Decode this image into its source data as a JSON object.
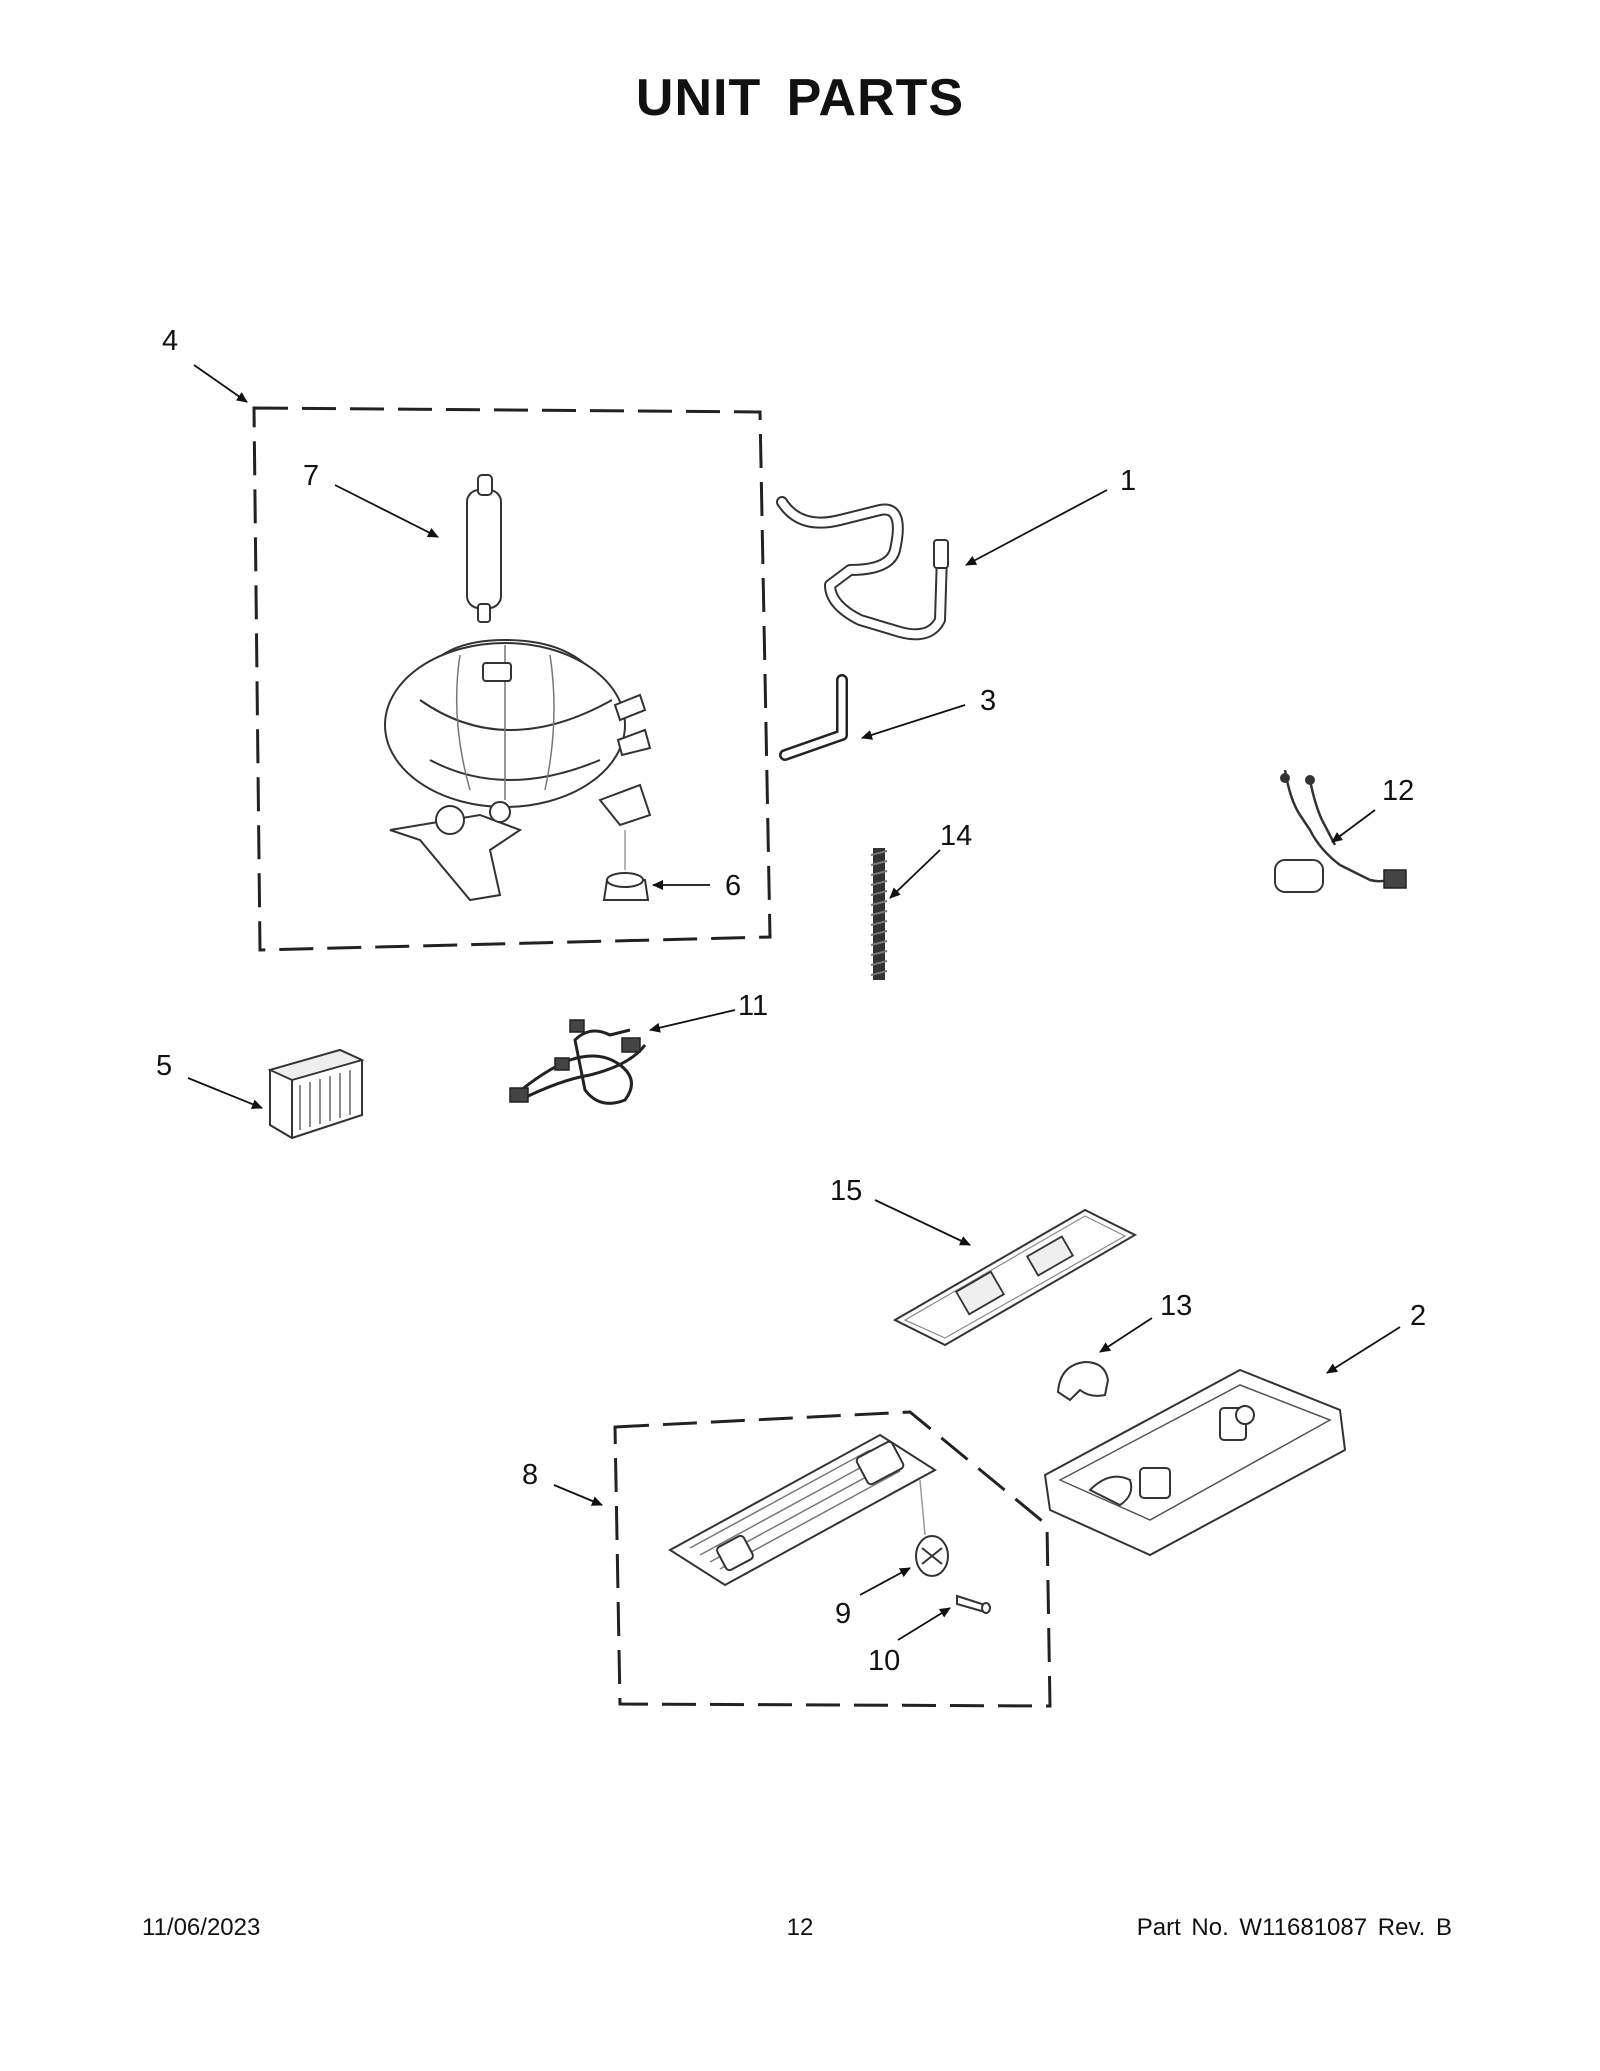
{
  "page": {
    "title": "UNIT PARTS"
  },
  "callouts": {
    "c1": "1",
    "c2": "2",
    "c3": "3",
    "c4": "4",
    "c5": "5",
    "c6": "6",
    "c7": "7",
    "c8": "8",
    "c9": "9",
    "c10": "10",
    "c11": "11",
    "c12": "12",
    "c13": "13",
    "c14": "14",
    "c15": "15"
  },
  "footer": {
    "date": "11/06/2023",
    "page_number": "12",
    "part_number": "Part No.  W11681087  Rev.  B"
  }
}
